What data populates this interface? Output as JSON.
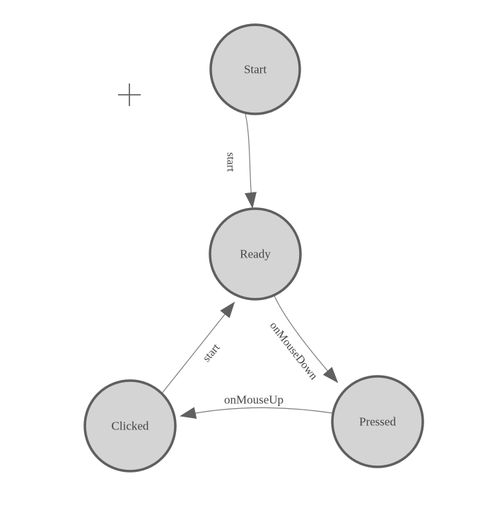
{
  "palette": {
    "background": "#ffffff",
    "node_fill": "#d4d4d4",
    "node_stroke": "#5f5f5f",
    "edge_stroke": "#7d7d7d",
    "arrow_fill": "#606060",
    "label_color": "#454545",
    "crosshair_color": "#666666"
  },
  "diagram": {
    "type": "finite-state-machine",
    "nodes": [
      {
        "id": "start",
        "label": "Start"
      },
      {
        "id": "ready",
        "label": "Ready"
      },
      {
        "id": "clicked",
        "label": "Clicked"
      },
      {
        "id": "pressed",
        "label": "Pressed"
      }
    ],
    "edges": [
      {
        "id": "start-to-ready",
        "from": "start",
        "to": "ready",
        "label": "start"
      },
      {
        "id": "ready-to-pressed",
        "from": "ready",
        "to": "pressed",
        "label": "onMouseDown"
      },
      {
        "id": "pressed-to-clicked",
        "from": "pressed",
        "to": "clicked",
        "label": "onMouseUp"
      },
      {
        "id": "clicked-to-ready",
        "from": "clicked",
        "to": "ready",
        "label": "start"
      }
    ],
    "icons": [
      {
        "name": "crosshair-icon"
      }
    ]
  }
}
